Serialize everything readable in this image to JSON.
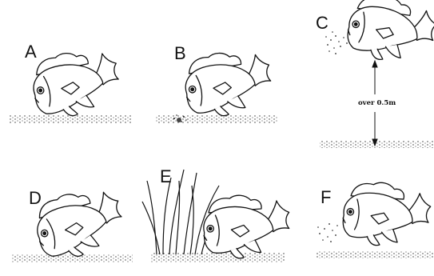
{
  "panels": [
    {
      "id": "A",
      "label": "A"
    },
    {
      "id": "B",
      "label": "B"
    },
    {
      "id": "C",
      "label": "C",
      "distance_label": "over 0.5m"
    },
    {
      "id": "D",
      "label": "D"
    },
    {
      "id": "E",
      "label": "E"
    },
    {
      "id": "F",
      "label": "F"
    }
  ]
}
